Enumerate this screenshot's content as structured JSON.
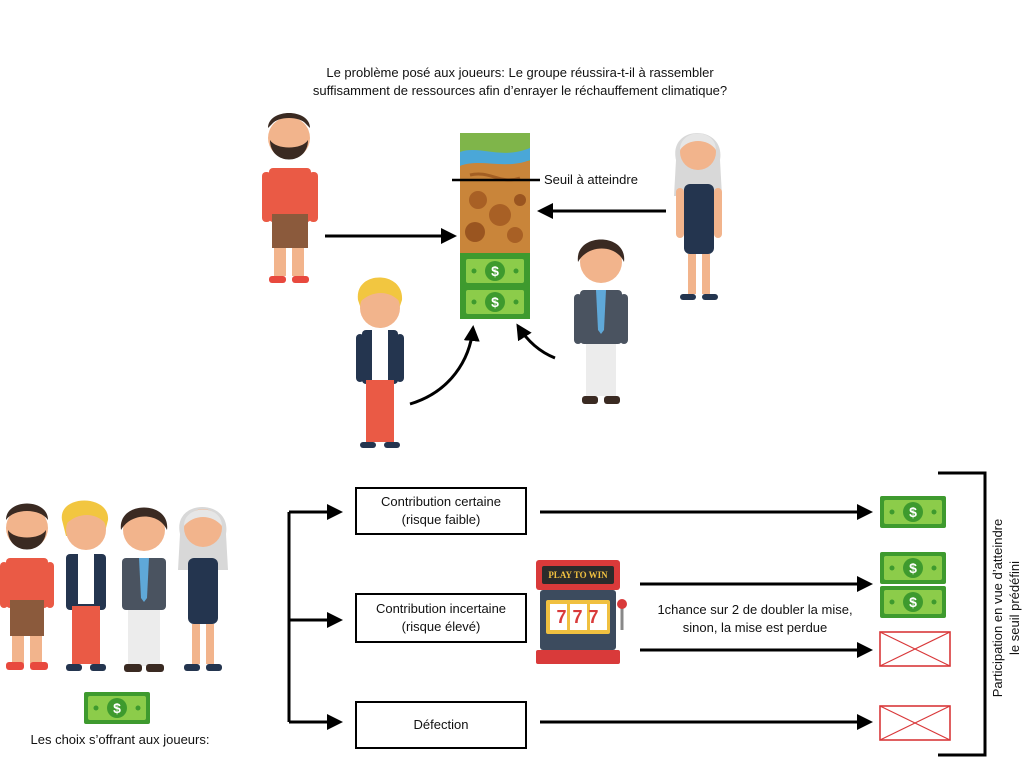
{
  "title": {
    "line1": "Le problème posé aux joueurs: Le groupe réussira-t-il à rassembler",
    "line2": "suffisamment de ressources afin d’enrayer le réchauffement climatique?"
  },
  "threshold_label": "Seuil à atteindre",
  "options": {
    "certain_line1": "Contribution certaine",
    "certain_line2": "(risque faible)",
    "uncertain_line1": "Contribution incertaine",
    "uncertain_line2": "(risque élevé)",
    "defection": "Défection"
  },
  "slot_machine": {
    "sign": "PLAY TO WIN",
    "reels": "777"
  },
  "slot_outcome": {
    "line1": "1chance sur 2 de doubler la mise,",
    "line2": "sinon, la mise est perdue"
  },
  "choices_caption": "Les choix s’offrant aux joueurs:",
  "side_caption": {
    "line1": "Participation en vue d’atteindre",
    "line2": "le seuil prédéfini"
  },
  "currency_symbol": "$",
  "colors": {
    "money_green": "#3e9a2e",
    "money_light": "#8ccc4a",
    "cross_red": "#d9383a",
    "arrow": "#000000"
  }
}
